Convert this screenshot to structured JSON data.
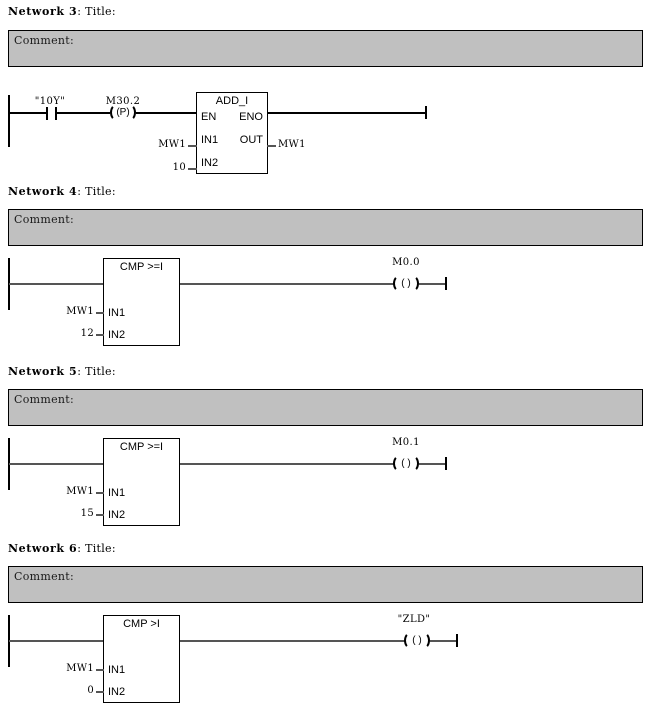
{
  "document": {
    "editor": "STEP 7 LAD Ladder Logic",
    "network_label": "Network",
    "title_suffix": ": Title:",
    "comment_label": "Comment:"
  },
  "colors": {
    "comment_background": "#c0c0c0",
    "comment_border": "#000000",
    "rail": "#000000",
    "wire": "#555555",
    "page_background": "#ffffff",
    "text": "#000000"
  },
  "networks": [
    {
      "number": "3",
      "title": ": Title:",
      "comment": "Comment:",
      "elements": {
        "contact": {
          "label": "\"10Y\"",
          "type": "normally-open-contact"
        },
        "edge_coil": {
          "label": "M30.2",
          "symbol": "(P)",
          "type": "positive-edge-coil"
        },
        "block": {
          "name": "ADD_I",
          "pins_left": [
            "EN",
            "IN1",
            "IN2"
          ],
          "pins_right": [
            "ENO",
            "OUT"
          ],
          "in1": "MW1",
          "in2": "10",
          "out": "MW1"
        }
      }
    },
    {
      "number": "4",
      "title": ": Title:",
      "comment": "Comment:",
      "elements": {
        "block": {
          "name": "CMP >=I",
          "pins_left": [
            "IN1",
            "IN2"
          ],
          "in1": "MW1",
          "in2": "12"
        },
        "coil": {
          "label": "M0.0",
          "symbol": "( )",
          "type": "output-coil"
        }
      }
    },
    {
      "number": "5",
      "title": ": Title:",
      "comment": "Comment:",
      "elements": {
        "block": {
          "name": "CMP >=I",
          "pins_left": [
            "IN1",
            "IN2"
          ],
          "in1": "MW1",
          "in2": "15"
        },
        "coil": {
          "label": "M0.1",
          "symbol": "( )",
          "type": "output-coil"
        }
      }
    },
    {
      "number": "6",
      "title": ": Title:",
      "comment": "Comment:",
      "elements": {
        "block": {
          "name": "CMP >I",
          "pins_left": [
            "IN1",
            "IN2"
          ],
          "in1": "MW1",
          "in2": "0"
        },
        "coil": {
          "label": "\"ZLD\"",
          "symbol": "( )",
          "type": "output-coil"
        }
      }
    }
  ]
}
